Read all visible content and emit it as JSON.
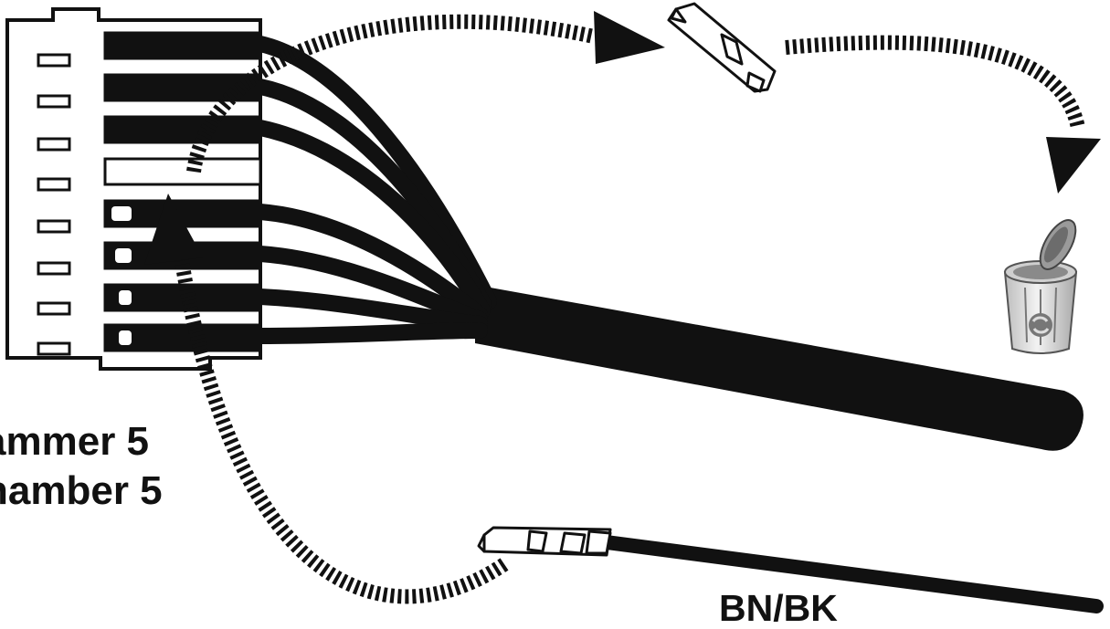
{
  "labels": {
    "chamber_de": "ammer 5",
    "chamber_en": "hamber 5",
    "wire_color": "BN/BK"
  },
  "icons": {
    "connector": "connector-housing-icon",
    "pin_removed": "crimp-terminal-icon",
    "pin_new": "crimp-terminal-with-wire-icon",
    "trash": "recycle-bin-icon",
    "arrows": "dashed-arrow-icon"
  },
  "colors": {
    "ink": "#111111",
    "paper": "#ffffff",
    "bin": "#d8d8d8"
  }
}
